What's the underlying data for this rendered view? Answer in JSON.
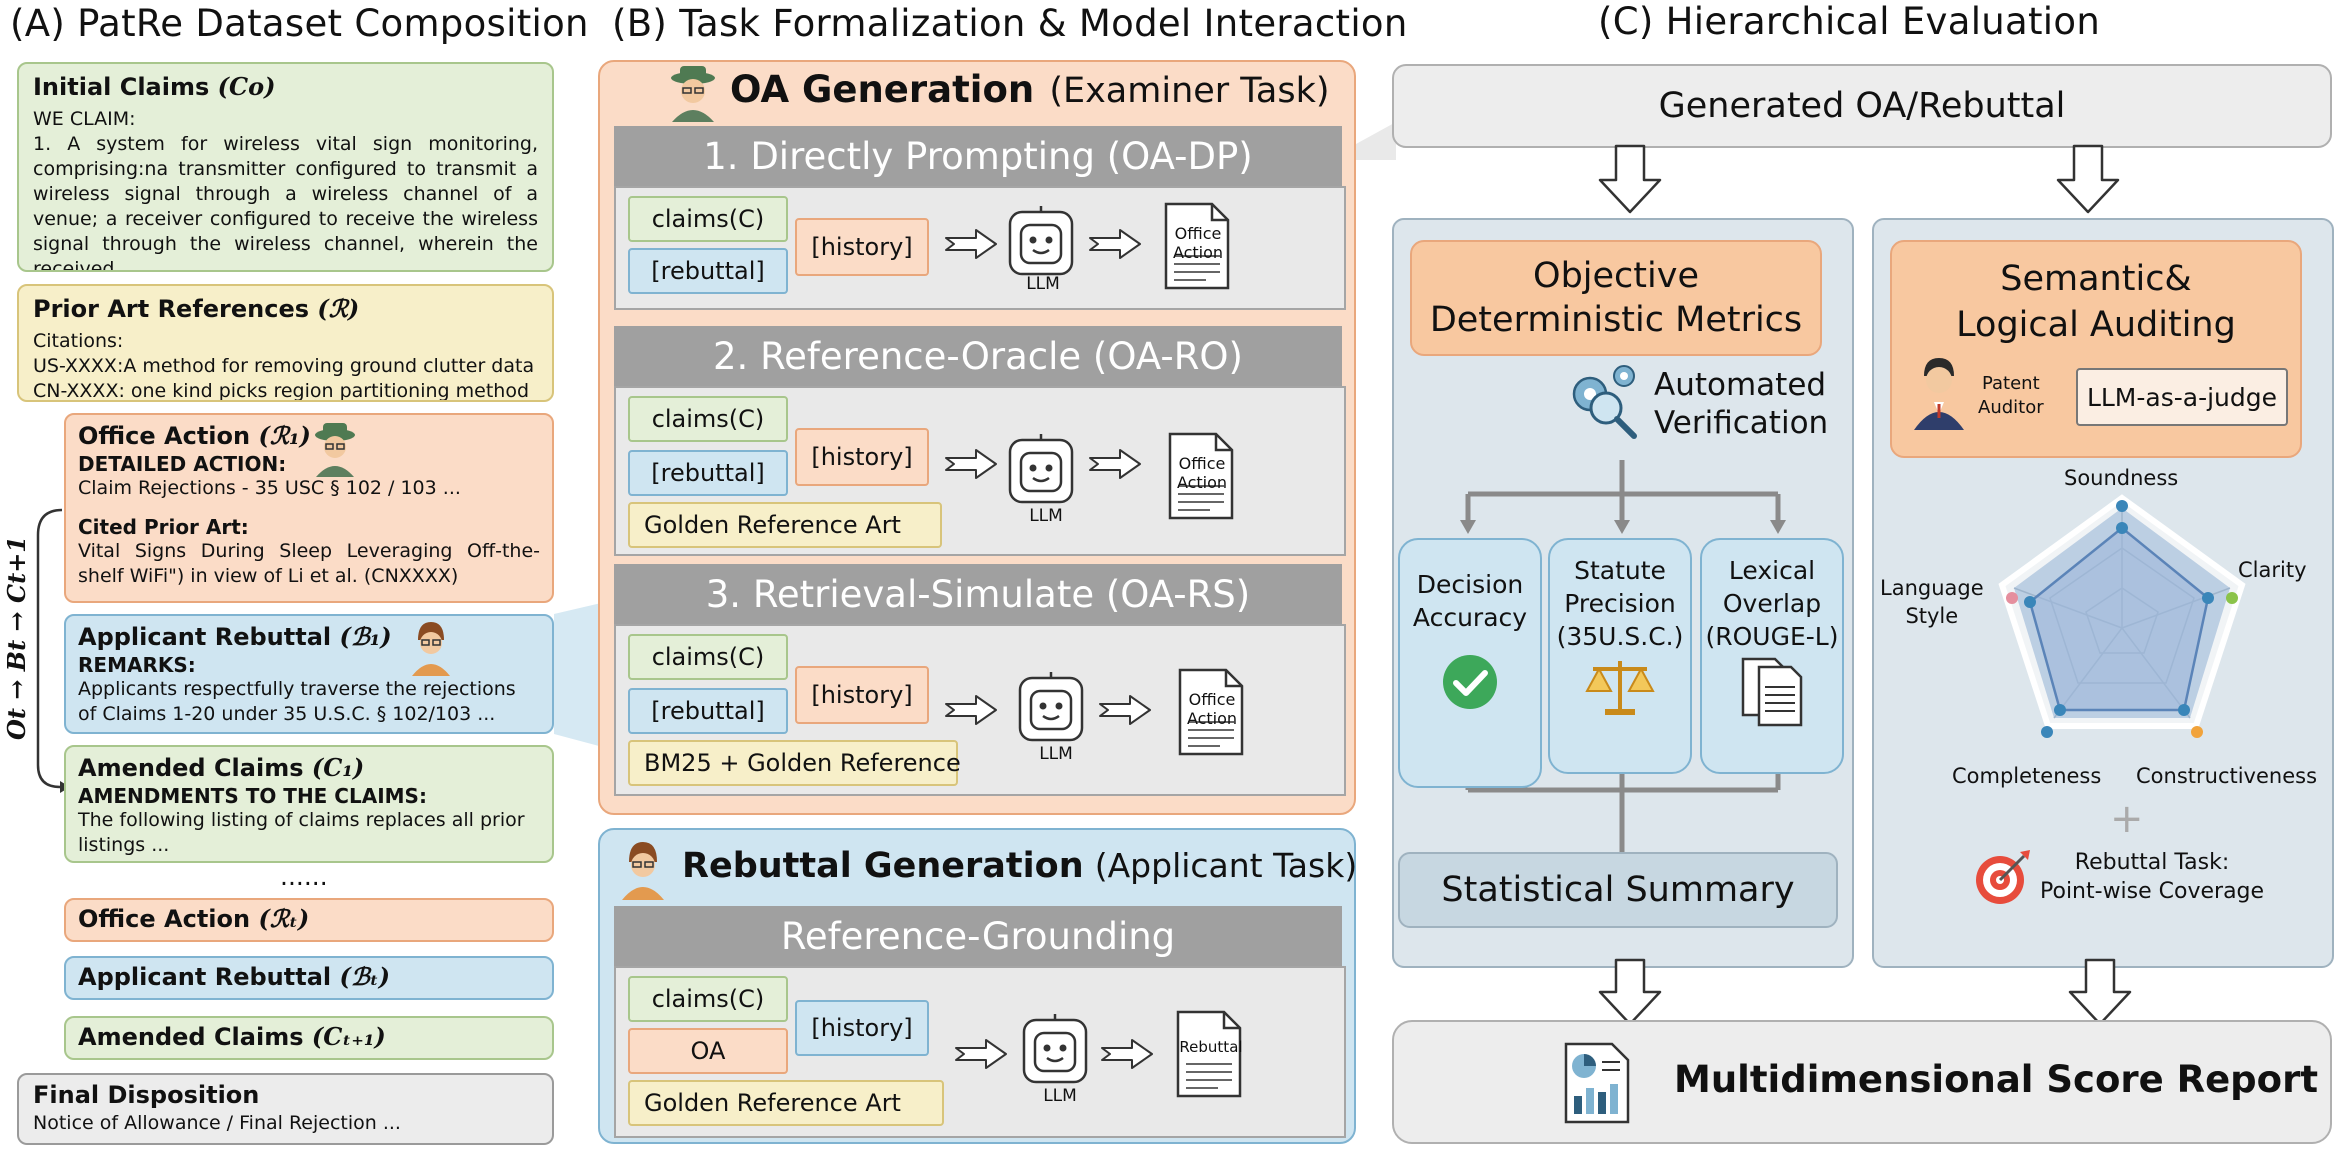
{
  "sections": {
    "a": "(A)  PatRe Dataset Composition",
    "b": "(B)  Task Formalization & Model Interaction",
    "c": "(C)  Hierarchical Evaluation"
  },
  "panel_a": {
    "initial_claims": {
      "title": "Initial Claims",
      "symbol": "(Co)",
      "line1": "WE CLAIM:",
      "body": "1. A system for wireless vital sign monitoring, comprising:na transmitter configured to transmit a wireless signal through a wireless channel of a venue; a receiver configured to receive the wireless signal through the wireless channel, wherein the received",
      "ellipsis": "......"
    },
    "prior_art": {
      "title": "Prior Art References",
      "symbol": "(ℛ)",
      "line1": "Citations:",
      "line2": "US-XXXX:A method for removing ground clutter data",
      "line3": "CN-XXXX: one kind picks region partitioning method"
    },
    "office_action_1": {
      "title": "Office Action",
      "symbol": "(ℛ₁)",
      "sub1": "DETAILED ACTION:",
      "text1": "Claim Rejections - 35 USC § 102 / 103 ...",
      "sub2": "Cited Prior Art:",
      "text2": "Vital Signs During Sleep Leveraging Off-the-shelf WiFi\") in view of Li et al. (CNXXXX)"
    },
    "applicant_rebuttal_1": {
      "title": "Applicant Rebuttal",
      "symbol": "(ℬ₁)",
      "sub1": "REMARKS:",
      "text1": "Applicants respectfully traverse the rejections of Claims 1-20 under 35 U.S.C. § 102/103 ..."
    },
    "amended_claims_1": {
      "title": "Amended Claims",
      "symbol": "(C₁)",
      "sub1": "AMENDMENTS TO THE CLAIMS:",
      "text1": "The following listing of claims replaces all prior listings ..."
    },
    "dots": "......",
    "office_action_t": {
      "title": "Office Action",
      "symbol": "(ℛₜ)"
    },
    "applicant_rebuttal_t": {
      "title": "Applicant Rebuttal",
      "symbol": "(ℬₜ)"
    },
    "amended_claims_t": {
      "title": "Amended Claims",
      "symbol": "(Cₜ₊₁)"
    },
    "final_disposition": {
      "title": "Final Disposition",
      "text": "Notice of Allowance / Final Rejection ..."
    },
    "cycle_label": "Ot → Bt → Ct+1"
  },
  "panel_b": {
    "oa_generation": {
      "title": "OA Generation",
      "subtitle": "(Examiner Task)"
    },
    "tasks": [
      {
        "head": "1. Directly Prompting (OA-DP)",
        "claims": "claims(C)",
        "rebuttal": "[rebuttal]",
        "history": "[history]",
        "llm": "LLM",
        "output": [
          "Office",
          "Action"
        ]
      },
      {
        "head": "2. Reference-Oracle (OA-RO)",
        "claims": "claims(C)",
        "rebuttal": "[rebuttal]",
        "history": "[history]",
        "extra": "Golden Reference Art",
        "llm": "LLM",
        "output": [
          "Office",
          "Action"
        ]
      },
      {
        "head": "3. Retrieval-Simulate (OA-RS)",
        "claims": "claims(C)",
        "rebuttal": "[rebuttal]",
        "history": "[history]",
        "extra": "BM25 + Golden Reference",
        "llm": "LLM",
        "output": [
          "Office",
          "Action"
        ]
      }
    ],
    "rebuttal_generation": {
      "title": "Rebuttal Generation",
      "subtitle": "(Applicant Task)"
    },
    "rebuttal_task": {
      "head": "Reference-Grounding",
      "claims": "claims(C)",
      "oa": "OA",
      "history": "[history]",
      "extra": "Golden Reference Art",
      "llm": "LLM",
      "output": "Rebuttal"
    }
  },
  "panel_c": {
    "generated": "Generated OA/Rebuttal",
    "objective": {
      "title_line1": "Objective",
      "title_line2": "Deterministic Metrics"
    },
    "automated": {
      "line1": "Automated",
      "line2": "Verification"
    },
    "metrics": [
      {
        "line1": "Decision",
        "line2": "Accuracy",
        "line3": ""
      },
      {
        "line1": "Statute",
        "line2": "Precision",
        "line3": "(35U.S.C.)"
      },
      {
        "line1": "Lexical",
        "line2": "Overlap",
        "line3": "(ROUGE-L)"
      }
    ],
    "statistical_summary": "Statistical Summary",
    "semantic": {
      "title_line1": "Semantic&",
      "title_line2": "Logical Auditing"
    },
    "auditor": {
      "line1": "Patent",
      "line2": "Auditor"
    },
    "judge": "LLM-as-a-judge",
    "radar_labels": {
      "soundness": "Soundness",
      "clarity": "Clarity",
      "constructiveness": "Constructiveness",
      "completeness": "Completeness",
      "language_line1": "Language",
      "language_line2": "Style"
    },
    "plus": "+",
    "rebuttal_task": {
      "line1": "Rebuttal Task:",
      "line2": "Point-wise Coverage"
    },
    "report": "Multidimensional Score Report"
  }
}
